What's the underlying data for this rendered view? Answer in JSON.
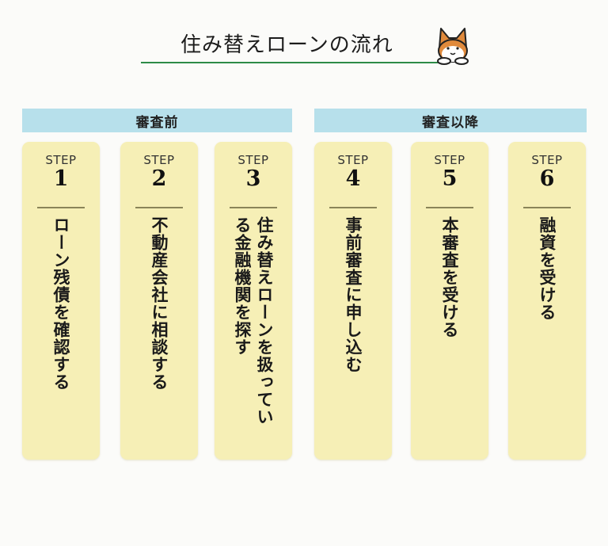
{
  "header": {
    "title": "住み替えローンの流れ",
    "mascot_icon": "shiba-dog-icon",
    "underline_color": "#2e8b48"
  },
  "phases": [
    {
      "label": "審査前",
      "color": "#b7e0eb"
    },
    {
      "label": "審査以降",
      "color": "#b7e0eb"
    }
  ],
  "steps": [
    {
      "step_label": "STEP",
      "number": "1",
      "text": "ローン残債を確認する"
    },
    {
      "step_label": "STEP",
      "number": "2",
      "text": "不動産会社に相談する"
    },
    {
      "step_label": "STEP",
      "number": "3",
      "text": "住み替えローンを扱っている金融機関を探す"
    },
    {
      "step_label": "STEP",
      "number": "4",
      "text": "事前審査に申し込む"
    },
    {
      "step_label": "STEP",
      "number": "5",
      "text": "本審査を受ける"
    },
    {
      "step_label": "STEP",
      "number": "6",
      "text": "融資を受ける"
    }
  ],
  "colors": {
    "card_bg": "#f6efb6",
    "band_bg": "#b7e0eb",
    "page_bg": "#fbfbf9"
  }
}
